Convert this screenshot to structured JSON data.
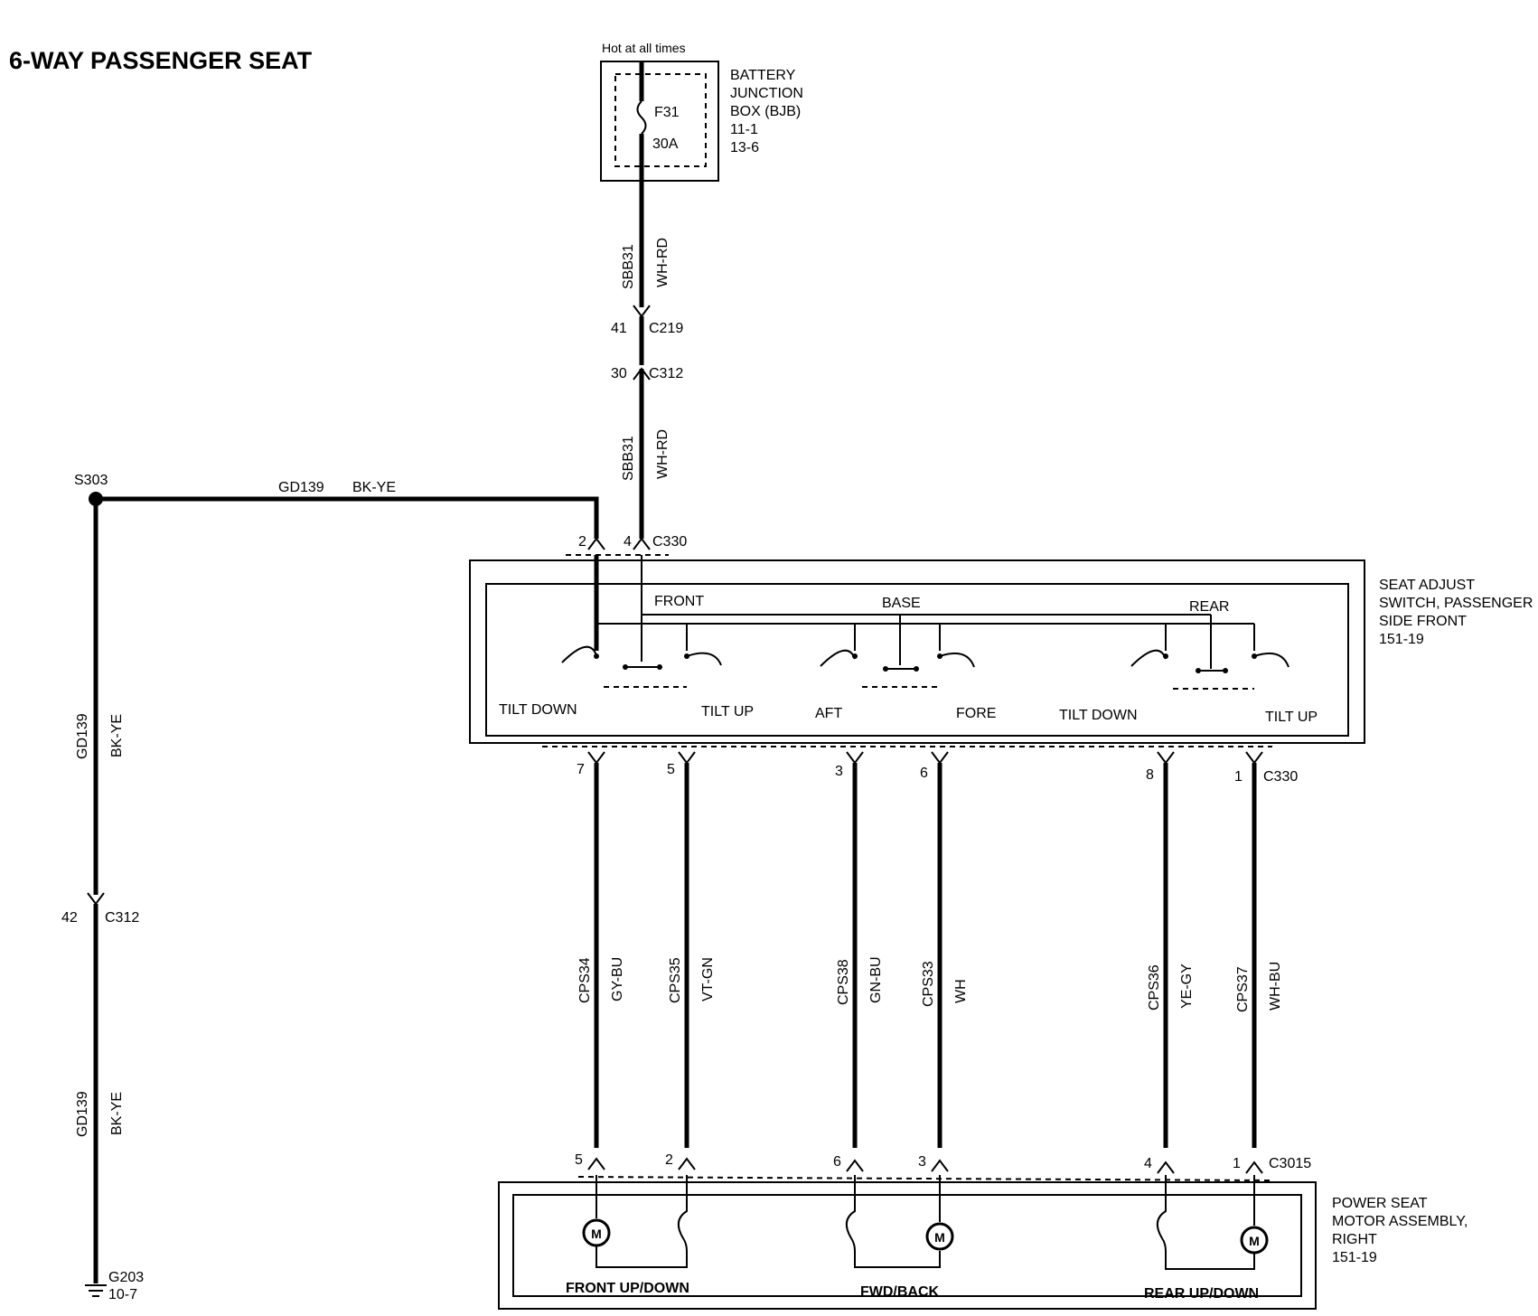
{
  "title": "6-WAY PASSENGER SEAT",
  "fuse_box": {
    "supply": "Hot at all times",
    "fuse": "F31",
    "rating": "30A",
    "name_lines": [
      "BATTERY",
      "JUNCTION",
      "BOX (BJB)",
      "11-1",
      "13-6"
    ]
  },
  "feed_wire": {
    "circuit": "SBB31",
    "color": "WH-RD"
  },
  "connectors": {
    "c219": {
      "name": "C219",
      "pin": "41"
    },
    "c312_top": {
      "name": "C312",
      "pin": "30"
    },
    "c330_top": {
      "name": "C330",
      "pins": [
        "2",
        "4"
      ]
    },
    "c330_bottom": {
      "name": "C330",
      "pins": [
        "7",
        "5",
        "3",
        "6",
        "8",
        "1"
      ]
    },
    "c3015": {
      "name": "C3015",
      "pins": [
        "5",
        "2",
        "6",
        "3",
        "4",
        "1"
      ]
    },
    "c312_ground": {
      "name": "C312",
      "pin": "42"
    }
  },
  "splice": {
    "name": "S303",
    "circuit": "GD139",
    "color": "BK-YE"
  },
  "ground_wire": {
    "circuit": "GD139",
    "color": "BK-YE"
  },
  "ground": {
    "name": "G203",
    "ref": "10-7"
  },
  "switch": {
    "name_lines": [
      "SEAT ADJUST",
      "SWITCH, PASSENGER",
      "SIDE FRONT",
      "151-19"
    ],
    "groups": [
      "FRONT",
      "BASE",
      "REAR"
    ],
    "positions": [
      "TILT DOWN",
      "TILT UP",
      "AFT",
      "FORE",
      "TILT DOWN",
      "TILT UP"
    ]
  },
  "wires": [
    {
      "circuit": "CPS34",
      "color": "GY-BU"
    },
    {
      "circuit": "CPS35",
      "color": "VT-GN"
    },
    {
      "circuit": "CPS38",
      "color": "GN-BU"
    },
    {
      "circuit": "CPS33",
      "color": "WH"
    },
    {
      "circuit": "CPS36",
      "color": "YE-GY"
    },
    {
      "circuit": "CPS37",
      "color": "WH-BU"
    }
  ],
  "motor_assembly": {
    "name_lines": [
      "POWER SEAT",
      "MOTOR ASSEMBLY,",
      "RIGHT",
      "151-19"
    ],
    "motors": [
      "FRONT UP/DOWN",
      "FWD/BACK",
      "REAR UP/DOWN"
    ],
    "motor_symbol": "M"
  }
}
